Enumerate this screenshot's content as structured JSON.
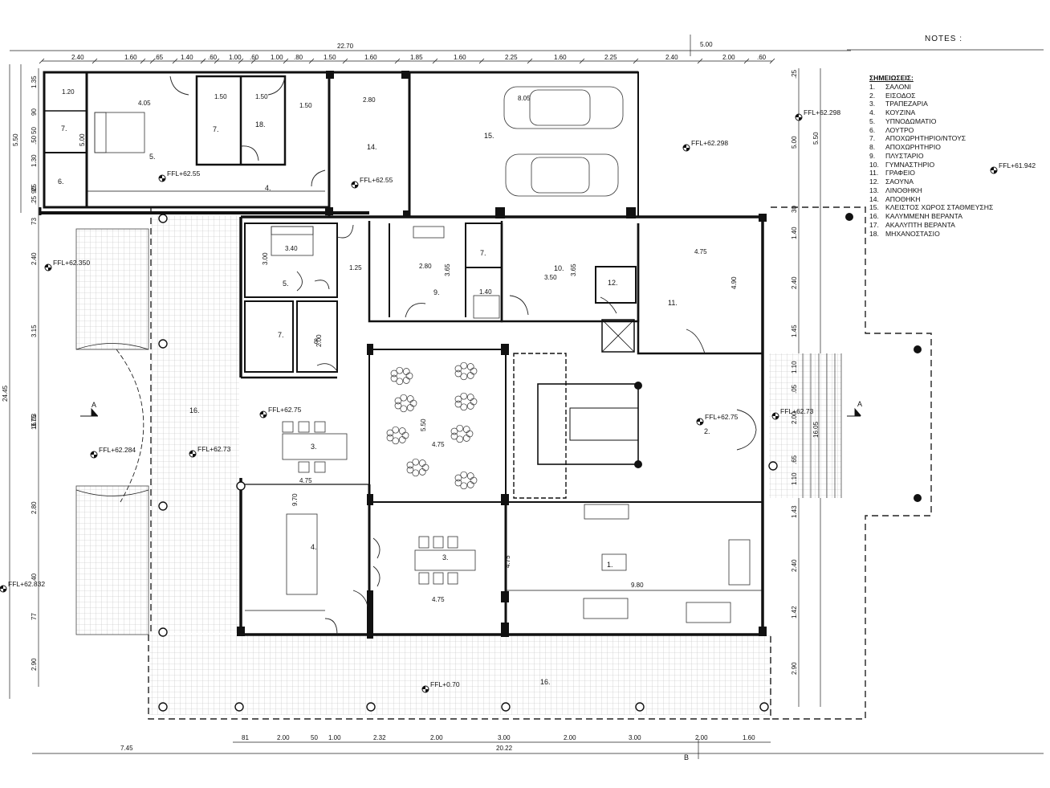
{
  "notes_title": "NOTES :",
  "legend": {
    "title": "ΣΗΜΕΙΩΣΕΙΣ:",
    "items": [
      {
        "num": "1.",
        "text": "ΣΑΛΟΝΙ"
      },
      {
        "num": "2.",
        "text": "ΕΙΣΟΔΟΣ"
      },
      {
        "num": "3.",
        "text": "ΤΡΑΠΕΖΑΡΙΑ"
      },
      {
        "num": "4.",
        "text": "ΚΟΥΖΙΝΑ"
      },
      {
        "num": "5.",
        "text": "ΥΠΝΟΔΩΜΑΤΙΟ"
      },
      {
        "num": "6.",
        "text": "ΛΟΥΤΡΟ"
      },
      {
        "num": "7.",
        "text": "ΑΠΟΧΩΡΗΤΗΡΙΟ/ΝΤΟΥΣ"
      },
      {
        "num": "8.",
        "text": "ΑΠΟΧΩΡΗΤΗΡΙΟ"
      },
      {
        "num": "9.",
        "text": "ΠΛΥΣΤΑΡΙΟ"
      },
      {
        "num": "10.",
        "text": "ΓΥΜΝΑΣΤΗΡΙΟ"
      },
      {
        "num": "11.",
        "text": "ΓΡΑΦΕΙΟ"
      },
      {
        "num": "12.",
        "text": "ΣΑΟΥΝΑ"
      },
      {
        "num": "13.",
        "text": "ΛΙΝΟΘΗΚΗ"
      },
      {
        "num": "14.",
        "text": "ΑΠΟΘΗΚΗ"
      },
      {
        "num": "15.",
        "text": "ΚΛΕΙΣΤΟΣ ΧΩΡΟΣ ΣΤΑΘΜΕΥΣΗΣ"
      },
      {
        "num": "16.",
        "text": "ΚΑΛΥΜΜΕΝΗ ΒΕΡΑΝΤΑ"
      },
      {
        "num": "17.",
        "text": "ΑΚΑΛΥΠΤΗ ΒΕΡΑΝΤΑ"
      },
      {
        "num": "18.",
        "text": "ΜΗΧΑΝΟΣΤΑΣΙΟ"
      }
    ]
  },
  "top_dims": {
    "overall": "22.70",
    "segments": [
      "2.40",
      "1.60",
      ".65",
      "1.40",
      ".60",
      "1.00",
      ".60",
      "1.00",
      ".80",
      "1.50",
      "1.60",
      "1.85",
      "1.60",
      "2.25",
      "1.60",
      "2.25",
      "2.40",
      "2.00",
      ".60"
    ],
    "top_right": "5.00"
  },
  "bottom_dims": {
    "segments": [
      "81",
      "2.00",
      "50",
      "1.00",
      "2.32",
      "2.00",
      "3.00",
      "2.00",
      "3.00",
      "2.00",
      "1.60"
    ],
    "left_total": "7.45",
    "right_total": "20.22"
  },
  "left_dims": {
    "outer": [
      "5.50",
      "24.45"
    ],
    "inner": [
      "1.35",
      "90",
      "50",
      ".50",
      "1.30",
      "25",
      "90",
      ".25",
      "73",
      "2.40",
      "3.15",
      "16.03",
      "3.75",
      "2.80",
      ".40",
      "77",
      "2.90"
    ]
  },
  "right_dims": {
    "inner": [
      ".25",
      "5.00",
      "30",
      "1.40",
      "2.40",
      "1.45",
      "1.10",
      ".05",
      "2.00",
      ".65",
      "1.10",
      "1.43",
      "2.40",
      "1.42",
      "2.90"
    ],
    "outer": [
      "5.50",
      "16.05"
    ]
  },
  "section_marks": {
    "a": "A",
    "b": "B"
  },
  "ffl": {
    "bedroom_top": "FFL+62.55",
    "storage": "FFL+62.55",
    "garage": "FFL+62.298",
    "garage_right": "FFL+62.298",
    "far_right": "FFL+61.942",
    "left_mid": "FFL+62.350",
    "dining": "FFL+62.75",
    "left_porch": "FFL+62.284",
    "porch_mid": "FFL+62.73",
    "entry": "FFL+62.75",
    "entry_out": "FFL+62.73",
    "far_left": "FFL+62.832",
    "bottom": "FFL+0.70"
  },
  "rooms": {
    "r7a": "7.",
    "r6": "6.",
    "r5a": "5.",
    "r7b": "7.",
    "r18": "18.",
    "r4a": "4.",
    "r14": "14.",
    "r15": "15.",
    "r5b": "5.",
    "r7c": "7.",
    "r8": "8.",
    "r9": "9.",
    "r7d": "7.",
    "r10": "10.",
    "r12": "12.",
    "r11": "11.",
    "r16a": "16.",
    "r3a": "3.",
    "r2": "2.",
    "r4b": "4.",
    "r3b": "3.",
    "r1": "1.",
    "r16b": "16."
  },
  "inner_dims": {
    "d120": "1.20",
    "d405": "4.05",
    "d500v": "5.00",
    "d150a": "1.50",
    "d150b": "1.50",
    "d150c": "1.50",
    "d280a": "2.80",
    "d805": "8.05",
    "d340": "3.40",
    "d300": "3.00",
    "d125": "1.25",
    "d280b": "2.80",
    "d365a": "3.65",
    "d140": "1.40",
    "d350": "3.50",
    "d365b": "3.65",
    "d475a": "4.75",
    "d490": "4.90",
    "d200": "2.00",
    "d550": "5.50",
    "d475b": "4.75",
    "d475c": "4.75",
    "d970": "9.70",
    "d475d": "4.75",
    "d980": "9.80",
    "d475e": "4.75"
  }
}
